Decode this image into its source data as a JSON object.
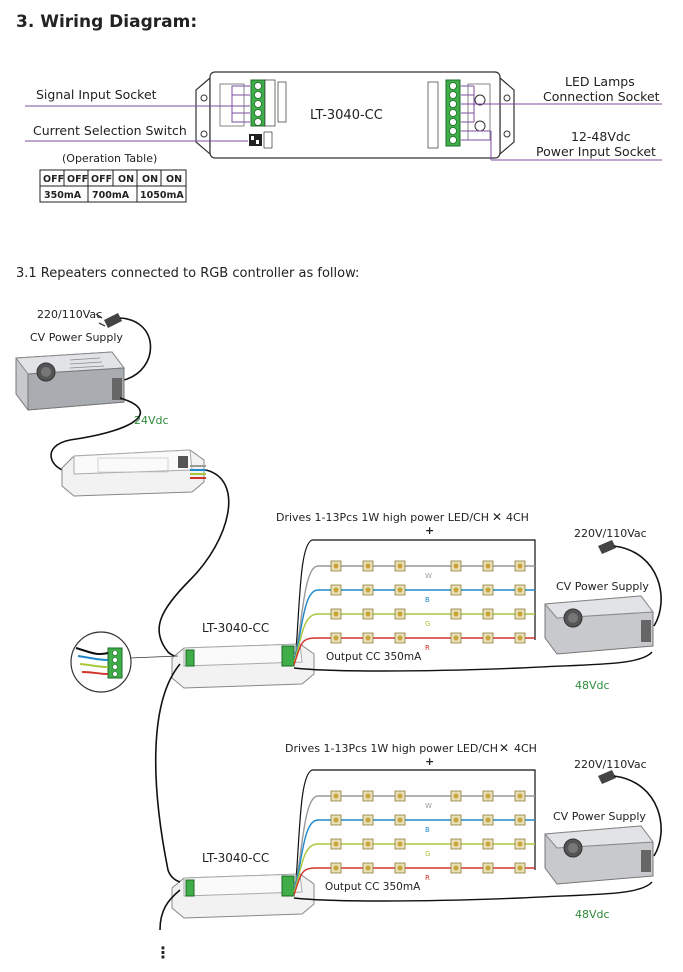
{
  "section": {
    "heading": "3.  Wiring Diagram:",
    "sub_heading": "3.1  Repeaters connected to RGB controller as follow:"
  },
  "wiring_diagram": {
    "device_label": "LT-3040-CC",
    "left_labels": {
      "signal_input": "Signal Input Socket",
      "current_switch": "Current Selection Switch"
    },
    "right_labels": {
      "led_line1": "LED Lamps",
      "led_line2": "Connection Socket",
      "power_line1": "12-48Vdc",
      "power_line2": "Power Input Socket"
    },
    "operation_table": {
      "caption": "(Operation Table)",
      "row1": [
        "OFF",
        "OFF",
        "OFF",
        "ON",
        "ON",
        "ON"
      ],
      "row2": [
        "350mA",
        "700mA",
        "1050mA"
      ]
    }
  },
  "application_diagram": {
    "top_supply": {
      "input": "220/110Vac",
      "label": "CV Power Supply",
      "output": "24Vdc"
    },
    "repeaters": [
      {
        "label": "LT-3040-CC",
        "drives": "Drives 1-13Pcs 1W high power LED/CH",
        "times": "✕",
        "channels": "4CH",
        "output": "Output CC 350mA",
        "supply_input": "220V/110Vac",
        "supply_label": "CV Power Supply",
        "supply_output": "48Vdc"
      },
      {
        "label": "LT-3040-CC",
        "drives": "Drives 1-13Pcs 1W high power LED/CH",
        "times": "✕",
        "channels": "4CH",
        "output": "Output CC 350mA",
        "supply_input": "220V/110Vac",
        "supply_label": "CV Power Supply",
        "supply_output": "48Vdc"
      }
    ],
    "channel_letters": [
      "W",
      "B",
      "G",
      "R"
    ],
    "plus_sign": "+",
    "continuation": "⋮"
  },
  "colors": {
    "wire_purple": "#7b4fa0",
    "wire_gray": "#9a9a9a",
    "wire_blue": "#1e88c8",
    "wire_green": "#a8c83a",
    "wire_red": "#d0342c",
    "text_green": "#2e8b3a",
    "terminal_green": "#3fae49"
  }
}
